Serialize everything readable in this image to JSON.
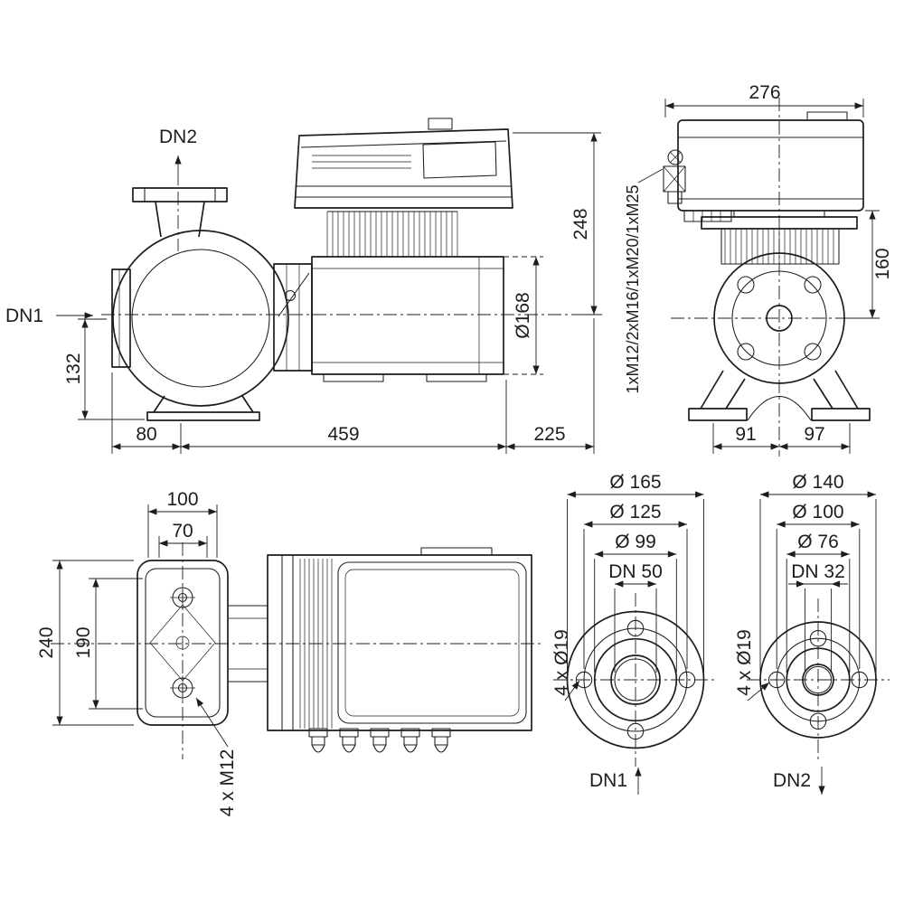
{
  "side": {
    "dn2": "DN2",
    "dn1": "DN1",
    "d132": "132",
    "d80": "80",
    "d459": "459",
    "d225": "225",
    "d248": "248",
    "d168": "Ø168"
  },
  "front": {
    "d276": "276",
    "d160": "160",
    "d91": "91",
    "d97": "97",
    "glands": "1xM12/2xM16/1xM20/1xM25"
  },
  "top": {
    "d100": "100",
    "d70": "70",
    "d240": "240",
    "d190": "190",
    "bolts": "4 x M12"
  },
  "flange1": {
    "outer": "Ø 165",
    "bolt_circle": "Ø 125",
    "face": "Ø 99",
    "nominal": "DN 50",
    "holes": "4 x Ø19",
    "port": "DN1"
  },
  "flange2": {
    "outer": "Ø 140",
    "bolt_circle": "Ø 100",
    "face": "Ø 76",
    "nominal": "DN 32",
    "holes": "4 x Ø19",
    "port": "DN2"
  },
  "colors": {
    "line": "#1d1d1b",
    "background": "#ffffff"
  }
}
